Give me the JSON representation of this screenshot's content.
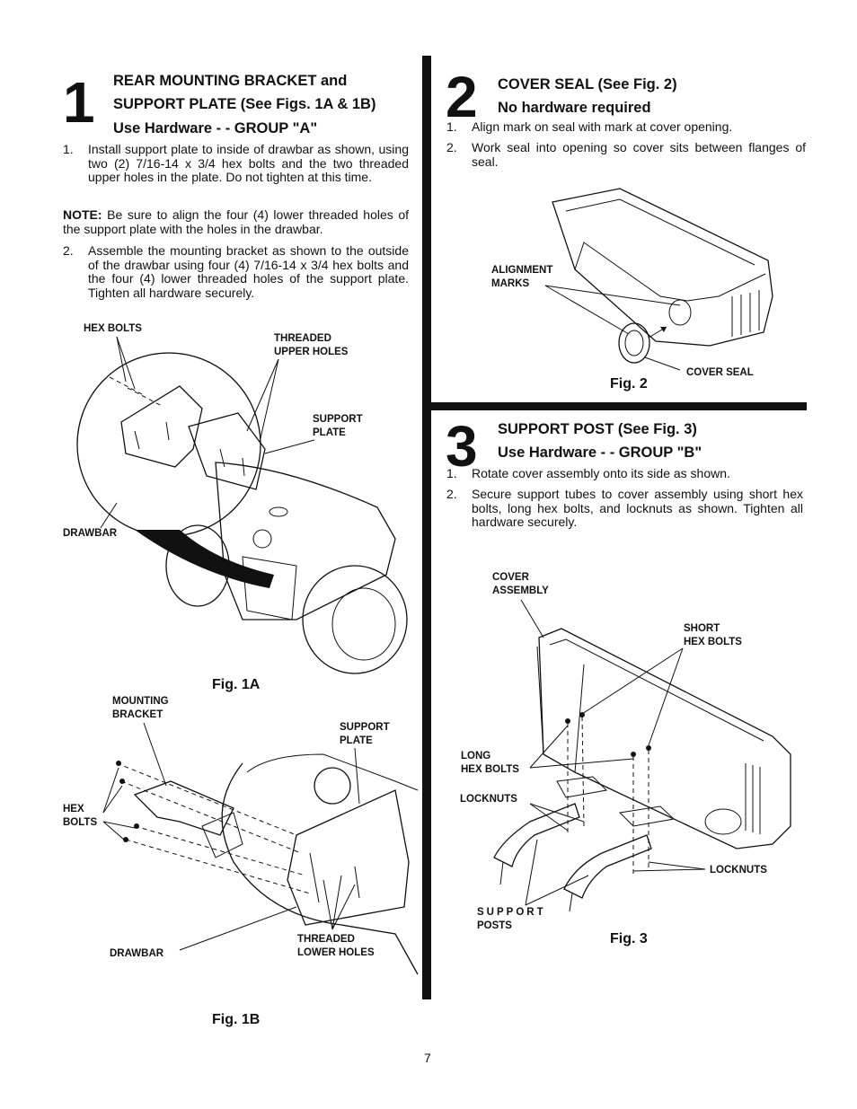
{
  "step1": {
    "number": "1",
    "title_line1": "REAR MOUNTING BRACKET and",
    "title_line2": "SUPPORT PLATE (See Figs. 1A & 1B)",
    "title_line3": "Use Hardware - - GROUP \"A\"",
    "item1_num": "1.",
    "item1_text": "Install support plate to inside of drawbar as shown, using two (2) 7/16-14 x 3/4 hex bolts and the two threaded upper holes in the plate.  Do not tighten at this time.",
    "note_label": "NOTE:",
    "note_text": "Be sure to align the four (4) lower threaded holes of the support plate with the holes in the drawbar.",
    "item2_num": "2.",
    "item2_text": "Assemble the mounting bracket as shown to the outside of the drawbar using four (4) 7/16-14 x 3/4 hex bolts and the four (4) lower threaded holes of the support plate. Tighten all hardware securely."
  },
  "fig1a": {
    "label": "Fig. 1A",
    "callouts": {
      "hex_bolts": "HEX BOLTS",
      "threaded_upper_l1": "THREADED",
      "threaded_upper_l2": "UPPER HOLES",
      "support_plate_l1": "SUPPORT",
      "support_plate_l2": "PLATE",
      "drawbar": "DRAWBAR"
    }
  },
  "fig1b": {
    "label": "Fig. 1B",
    "callouts": {
      "mounting_bracket_l1": "MOUNTING",
      "mounting_bracket_l2": "BRACKET",
      "support_plate_l1": "SUPPORT",
      "support_plate_l2": "PLATE",
      "hex_bolts_l1": "HEX",
      "hex_bolts_l2": "BOLTS",
      "drawbar": "DRAWBAR",
      "threaded_lower_l1": "THREADED",
      "threaded_lower_l2": "LOWER HOLES"
    }
  },
  "step2": {
    "number": "2",
    "title_line1": "COVER SEAL (See Fig. 2)",
    "title_line2": "No hardware required",
    "item1_num": "1.",
    "item1_text": "Align mark on seal with mark at cover opening.",
    "item2_num": "2.",
    "item2_text": "Work seal into opening so cover sits between flanges of seal."
  },
  "fig2": {
    "label": "Fig. 2",
    "callouts": {
      "alignment_l1": "ALIGNMENT",
      "alignment_l2": "MARKS",
      "cover_seal": "COVER SEAL"
    }
  },
  "step3": {
    "number": "3",
    "title_line1": "SUPPORT POST (See Fig. 3)",
    "title_line2": "Use Hardware - - GROUP \"B\"",
    "item1_num": "1.",
    "item1_text": "Rotate cover assembly onto its side as shown.",
    "item2_num": "2.",
    "item2_text": "Secure support tubes to cover assembly using short hex bolts, long hex bolts, and locknuts as shown.  Tighten all hardware securely."
  },
  "fig3": {
    "label": "Fig. 3",
    "callouts": {
      "cover_assembly_l1": "COVER",
      "cover_assembly_l2": "ASSEMBLY",
      "short_hex_l1": "SHORT",
      "short_hex_l2": "HEX BOLTS",
      "long_hex_l1": "LONG",
      "long_hex_l2": "HEX BOLTS",
      "locknuts_left": "LOCKNUTS",
      "locknuts_right": "LOCKNUTS",
      "support_posts_l1": "SUPPORT",
      "support_posts_l2": "POSTS"
    }
  },
  "page_number": "7"
}
